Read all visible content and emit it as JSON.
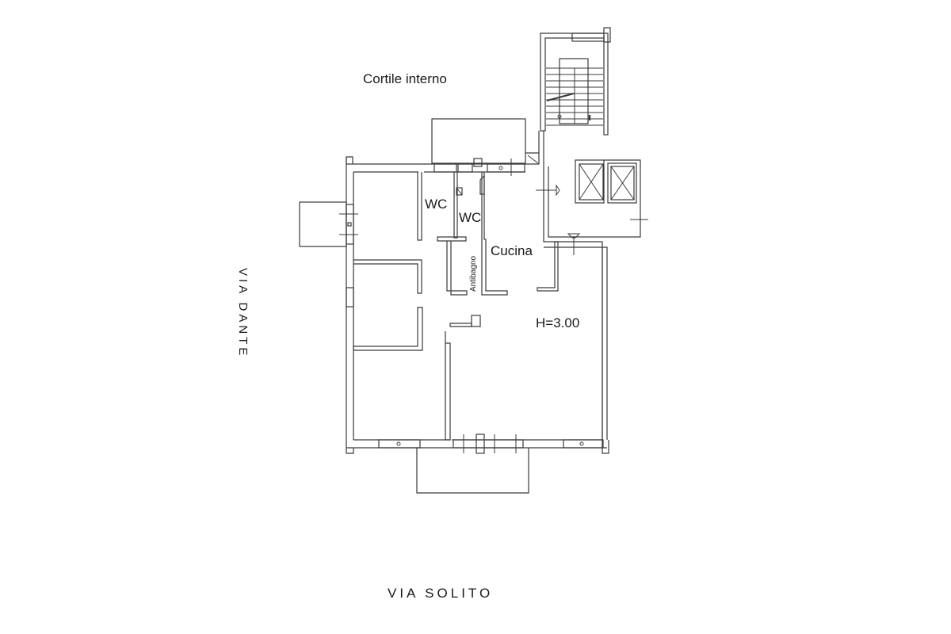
{
  "plan": {
    "courtyard_label": "Cortile interno",
    "street_bottom": "VIA SOLITO",
    "street_left": "VIA DANTE",
    "rooms": [
      {
        "name": "wc-1",
        "label": "WC"
      },
      {
        "name": "wc-2",
        "label": "WC"
      },
      {
        "name": "antibagno",
        "label": "Antibagno"
      },
      {
        "name": "cucina",
        "label": "Cucina"
      }
    ],
    "ceiling_height": "H=3.00"
  },
  "colors": {
    "line": "#3a3a3a",
    "text": "#1a1a1a",
    "background": "#ffffff"
  }
}
